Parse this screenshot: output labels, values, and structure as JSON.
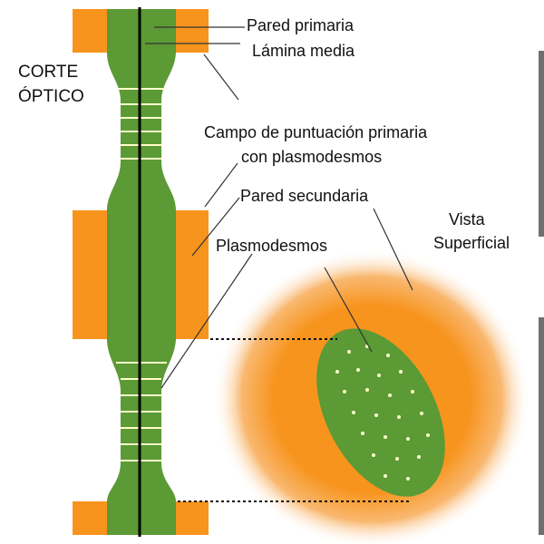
{
  "labels": {
    "corte_optico_line1": "CORTE",
    "corte_optico_line2": "ÓPTICO",
    "pared_primaria": "Pared primaria",
    "lamina_media": "Lámina media",
    "campo_line1": "Campo de puntuación primaria",
    "campo_line2": "con plasmodesmos",
    "pared_secundaria": "Pared secundaria",
    "vista_line1": "Vista",
    "vista_line2": "Superficial",
    "plasmodesmos": "Plasmodesmos"
  },
  "colors": {
    "primary_wall": "#f7941d",
    "cell_wall_green": "#5b9a35",
    "green_stroke": "#4a8a2a",
    "middle_lamella": "#000000",
    "plasmodesmata_dots": "#ffffcc",
    "leader_lines": "#333333"
  }
}
